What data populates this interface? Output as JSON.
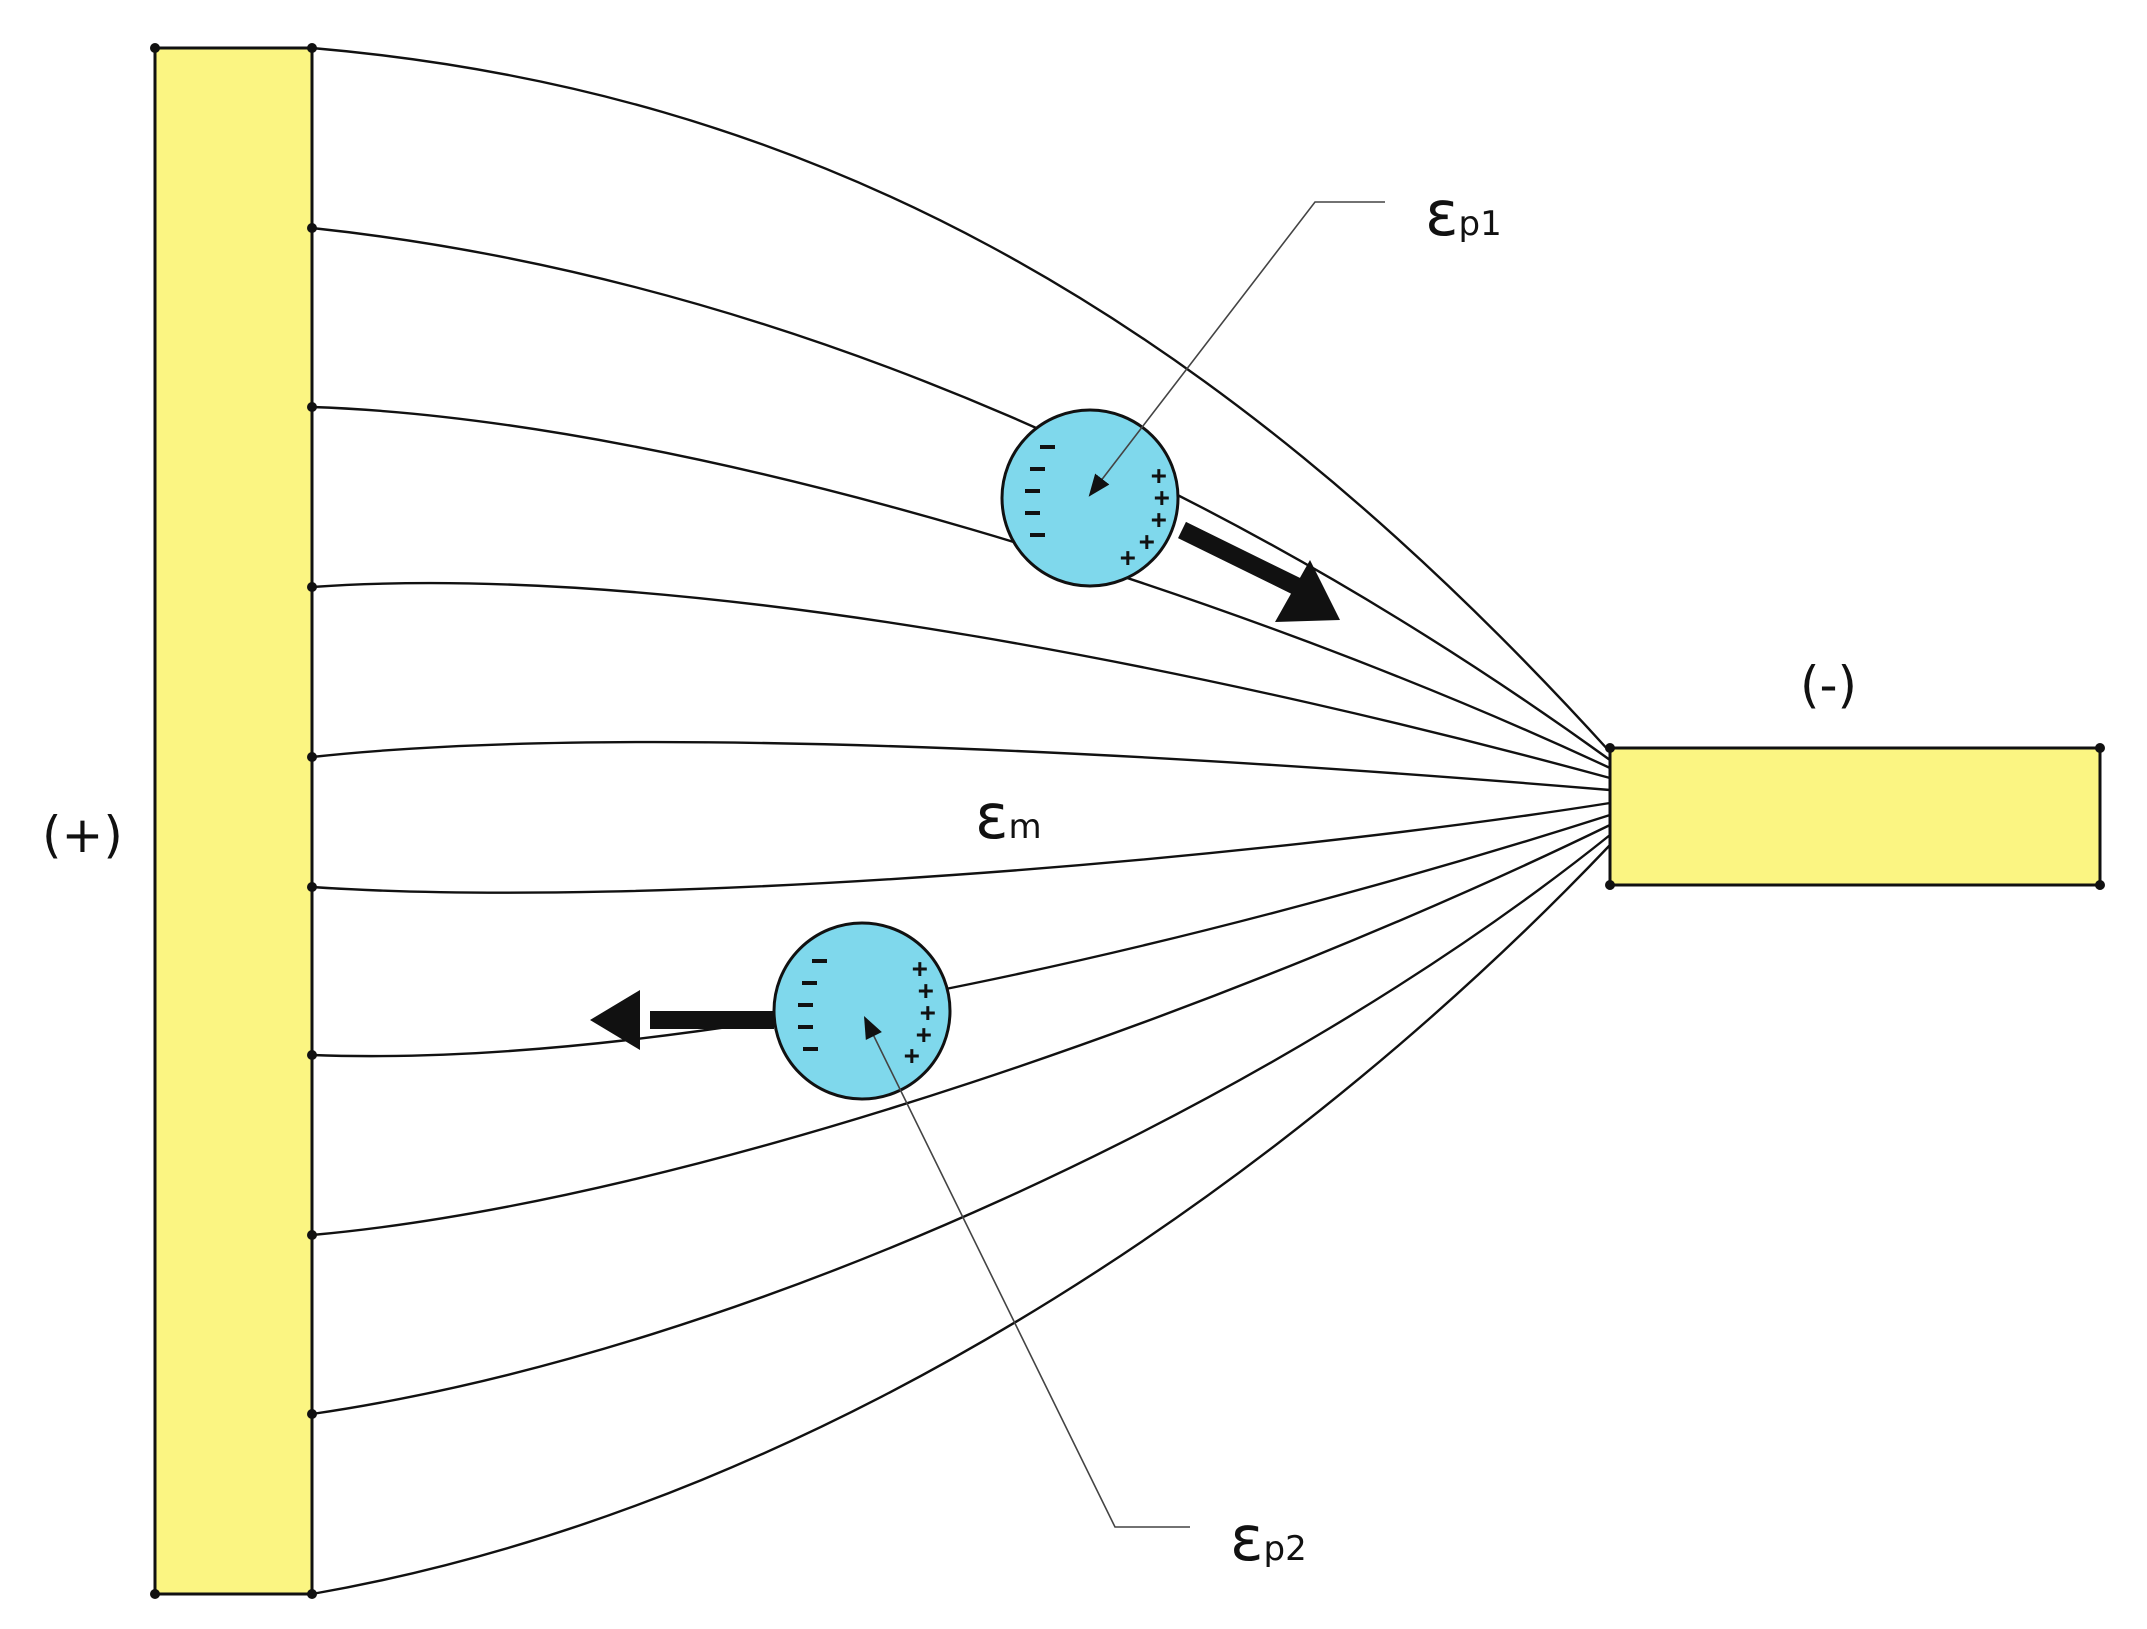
{
  "labels": {
    "positive_electrode": "(+)",
    "negative_electrode": "(-)",
    "medium_symbol": "ε",
    "medium_sub": "m",
    "particle1_symbol": "ε",
    "particle1_sub": "p1",
    "particle2_symbol": "ε",
    "particle2_sub": "p2"
  },
  "colors": {
    "electrode": "#fbf582",
    "particle": "#7fd8ec",
    "line": "#111111"
  },
  "particle_charges": {
    "negative": "-",
    "positive": "+"
  }
}
